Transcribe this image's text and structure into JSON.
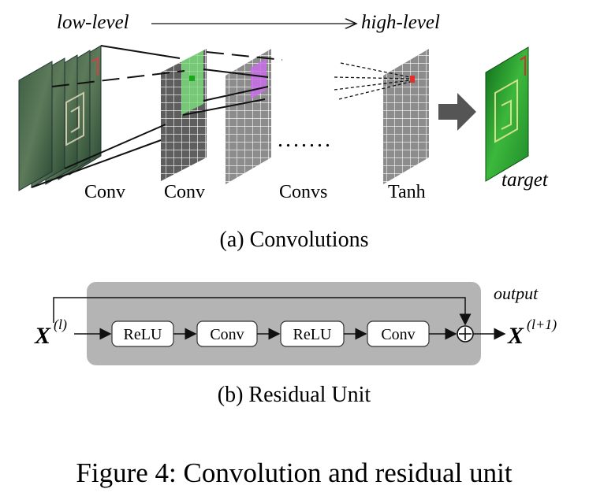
{
  "panel_a": {
    "low_label": "low-level",
    "high_label": "high-level",
    "layer_labels": {
      "conv1": "Conv",
      "conv2": "Conv",
      "convs": "Convs",
      "tanh": "Tanh"
    },
    "ellipsis": ".......",
    "target_label": "target",
    "caption": "(a) Convolutions"
  },
  "panel_b": {
    "input_base": "X",
    "input_sup": "(l)",
    "output_base": "X",
    "output_sup": "(l+1)",
    "output_label": "output",
    "blocks": [
      "ReLU",
      "Conv",
      "ReLU",
      "Conv"
    ],
    "caption": "(b) Residual Unit"
  },
  "figure_caption": "Figure 4: Convolution and residual unit",
  "colors": {
    "map_dark": "#2b4a33",
    "map_green": "#1f8a2a",
    "grid_dark": "#5a5a5a",
    "grid_light": "#8c8c8c",
    "highlight_green": "#7ee07e",
    "highlight_purple": "#c86ee8",
    "highlight_red": "#e0302a",
    "residual_bg": "#b4b4b4",
    "arrow_gray": "#555555"
  }
}
